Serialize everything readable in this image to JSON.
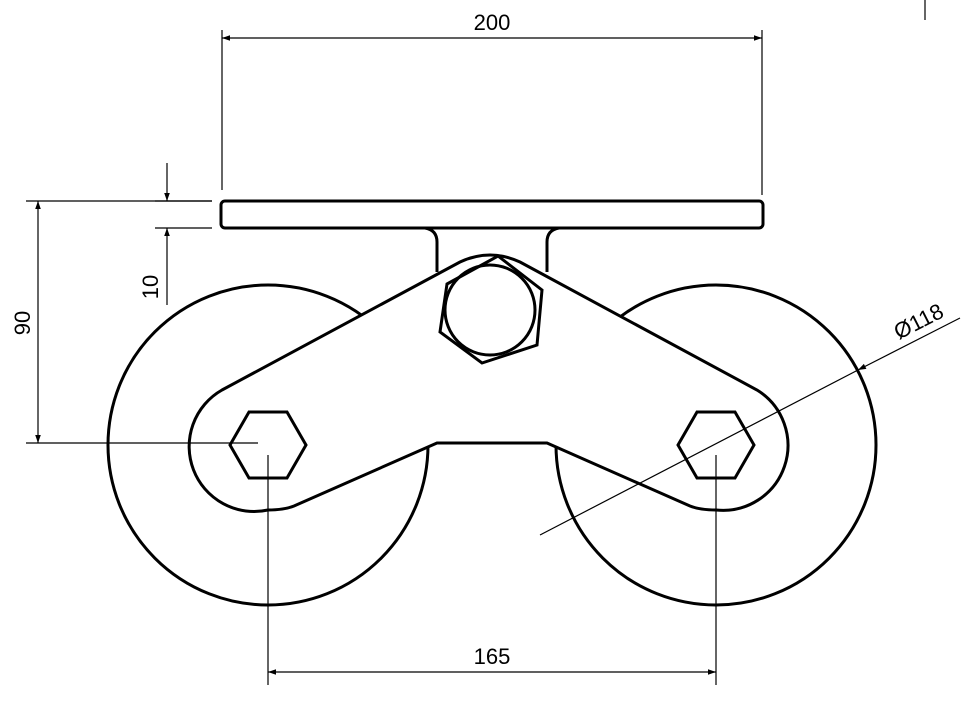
{
  "drawing": {
    "dimensions": {
      "plate_width": "200",
      "plate_thickness": "10",
      "height_to_axle": "90",
      "wheel_spacing": "165",
      "wheel_diameter": "Ø118"
    },
    "line_color": "#000000",
    "background": "#ffffff"
  }
}
